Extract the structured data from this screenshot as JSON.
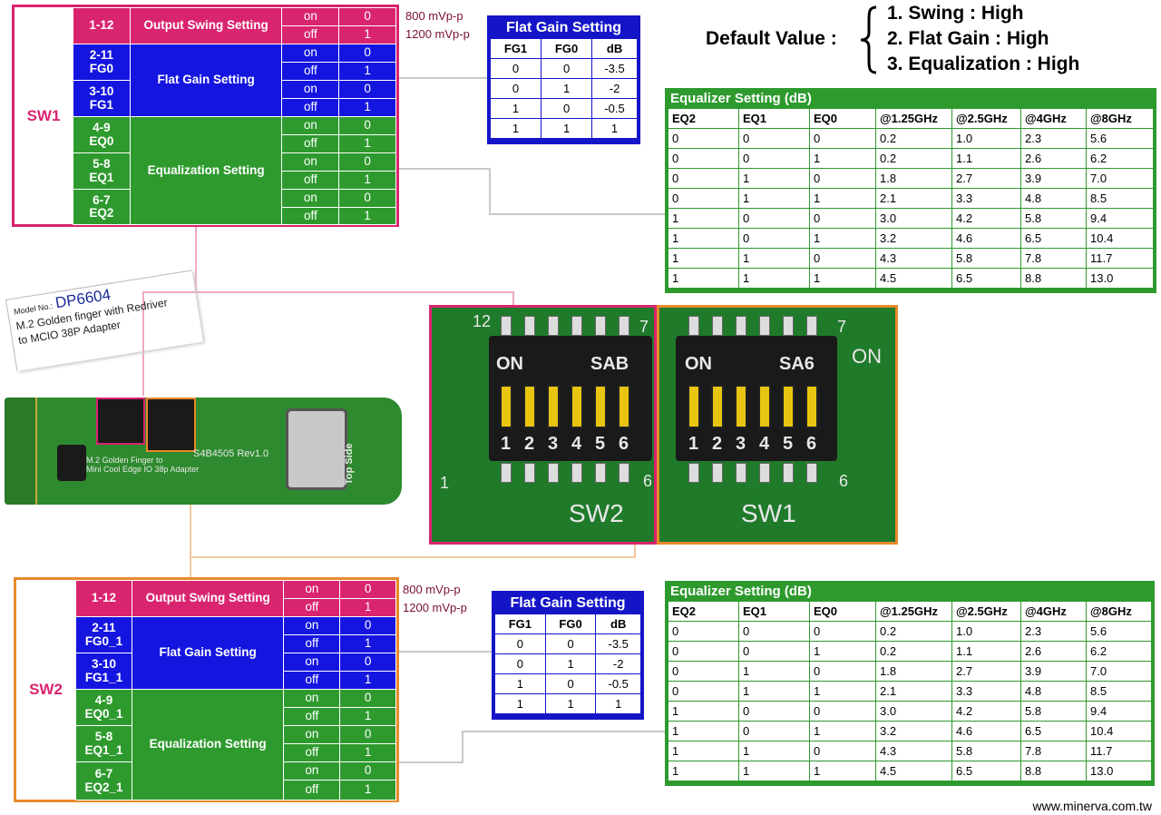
{
  "sw1": {
    "label": "SW1",
    "rows": [
      {
        "pin": "1-12",
        "setting": "Output Swing Setting",
        "on": "on",
        "on_v": "0",
        "off": "off",
        "off_v": "1"
      },
      {
        "pin": "2-11",
        "pin2": "FG0",
        "setting": "Flat Gain Setting",
        "on": "on",
        "on_v": "0",
        "off": "off",
        "off_v": "1"
      },
      {
        "pin": "3-10",
        "pin2": "FG1",
        "on": "on",
        "on_v": "0",
        "off": "off",
        "off_v": "1"
      },
      {
        "pin": "4-9",
        "pin2": "EQ0",
        "setting": "Equalization Setting",
        "on": "on",
        "on_v": "0",
        "off": "off",
        "off_v": "1"
      },
      {
        "pin": "5-8",
        "pin2": "EQ1",
        "on": "on",
        "on_v": "0",
        "off": "off",
        "off_v": "1"
      },
      {
        "pin": "6-7",
        "pin2": "EQ2",
        "on": "on",
        "on_v": "0",
        "off": "off",
        "off_v": "1"
      }
    ],
    "notes": [
      "800 mVp-p",
      "1200 mVp-p"
    ]
  },
  "sw2": {
    "label": "SW2",
    "rows": [
      {
        "pin": "1-12",
        "setting": "Output Swing Setting",
        "on": "on",
        "on_v": "0",
        "off": "off",
        "off_v": "1"
      },
      {
        "pin": "2-11",
        "pin2": "FG0_1",
        "setting": "Flat Gain Setting",
        "on": "on",
        "on_v": "0",
        "off": "off",
        "off_v": "1"
      },
      {
        "pin": "3-10",
        "pin2": "FG1_1",
        "on": "on",
        "on_v": "0",
        "off": "off",
        "off_v": "1"
      },
      {
        "pin": "4-9",
        "pin2": "EQ0_1",
        "setting": "Equalization Setting",
        "on": "on",
        "on_v": "0",
        "off": "off",
        "off_v": "1"
      },
      {
        "pin": "5-8",
        "pin2": "EQ1_1",
        "on": "on",
        "on_v": "0",
        "off": "off",
        "off_v": "1"
      },
      {
        "pin": "6-7",
        "pin2": "EQ2_1",
        "on": "on",
        "on_v": "0",
        "off": "off",
        "off_v": "1"
      }
    ],
    "notes": [
      "800 mVp-p",
      "1200 mVp-p"
    ]
  },
  "flat_gain": {
    "title": "Flat Gain Setting",
    "headers": [
      "FG1",
      "FG0",
      "dB"
    ],
    "rows": [
      [
        "0",
        "0",
        "-3.5"
      ],
      [
        "0",
        "1",
        "-2"
      ],
      [
        "1",
        "0",
        "-0.5"
      ],
      [
        "1",
        "1",
        "1"
      ]
    ]
  },
  "equalizer": {
    "title": "Equalizer Setting (dB)",
    "headers": [
      "EQ2",
      "EQ1",
      "EQ0",
      "@1.25GHz",
      "@2.5GHz",
      "@4GHz",
      "@8GHz"
    ],
    "rows": [
      [
        "0",
        "0",
        "0",
        "0.2",
        "1.0",
        "2.3",
        "5.6"
      ],
      [
        "0",
        "0",
        "1",
        "0.2",
        "1.1",
        "2.6",
        "6.2"
      ],
      [
        "0",
        "1",
        "0",
        "1.8",
        "2.7",
        "3.9",
        "7.0"
      ],
      [
        "0",
        "1",
        "1",
        "2.1",
        "3.3",
        "4.8",
        "8.5"
      ],
      [
        "1",
        "0",
        "0",
        "3.0",
        "4.2",
        "5.8",
        "9.4"
      ],
      [
        "1",
        "0",
        "1",
        "3.2",
        "4.6",
        "6.5",
        "10.4"
      ],
      [
        "1",
        "1",
        "0",
        "4.3",
        "5.8",
        "7.8",
        "11.7"
      ],
      [
        "1",
        "1",
        "1",
        "4.5",
        "6.5",
        "8.8",
        "13.0"
      ]
    ]
  },
  "default_value": {
    "title": "Default Value :",
    "items": [
      "1. Swing : High",
      "2. Flat Gain : High",
      "3. Equalization : High"
    ]
  },
  "model": {
    "prefix": "Model No.:",
    "number": "DP6604",
    "desc1": "M.2 Golden finger with Redriver",
    "desc2": "to MCIO 38P  Adapter"
  },
  "board": {
    "rev": "S4B4505 Rev1.0",
    "desc1": "M.2 Golden Finger to",
    "desc2": "Mini Cool Edge IO 38p Adapter",
    "side": "Top Side"
  },
  "photo": {
    "sw2": "SW2",
    "sw1": "SW1",
    "on": "ON",
    "sab": "SAB",
    "sab2": "SA6",
    "on_right": "ON",
    "nums": [
      "1",
      "2",
      "3",
      "4",
      "5",
      "6"
    ],
    "num12": "12",
    "num7": "7",
    "num1": "1",
    "num6": "6"
  },
  "colors": {
    "pink": "#d9246f",
    "blue": "#1515e0",
    "green": "#2e9a2e",
    "orange": "#e8892a"
  },
  "footer": "www.minerva.com.tw"
}
